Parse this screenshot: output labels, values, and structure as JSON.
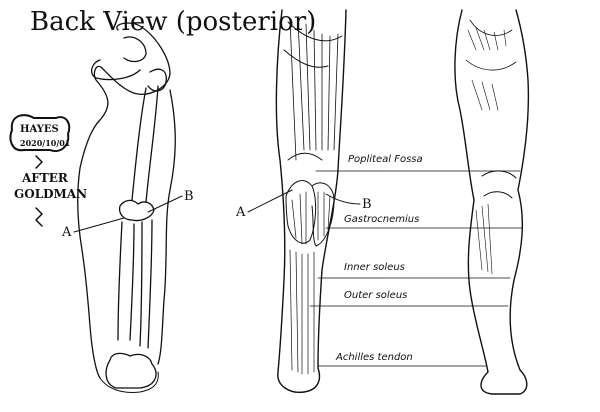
{
  "title": "Back View (posterior)",
  "signature": [
    "HAYES",
    "2020/10/01"
  ],
  "credit": [
    "AFTER",
    "GOLDMAN"
  ],
  "markers": {
    "a": "A",
    "b": "B"
  },
  "labels": {
    "popliteal": "Popliteal Fossa",
    "gastrocnemius": "Gastrocnemius",
    "inner_soleus": "Inner soleus",
    "outer_soleus": "Outer soleus",
    "achilles": "Achilles tendon"
  }
}
